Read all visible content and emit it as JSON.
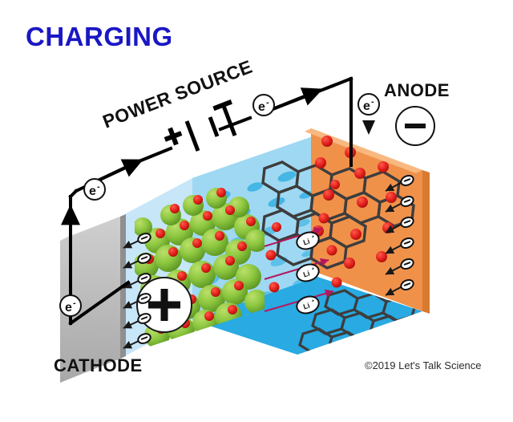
{
  "title": "CHARGING",
  "title_color": "#1a17c4",
  "power_source": {
    "label": "POWER SOURCE",
    "positive_terminal": "+",
    "negative_terminal": "−"
  },
  "electrodes": {
    "anode": {
      "label": "ANODE",
      "polarity": "−",
      "color": "#f0914a"
    },
    "cathode": {
      "label": "CATHODE",
      "polarity": "+",
      "color": "#b3b3b3"
    }
  },
  "particles": {
    "electron_glyph": "e",
    "electron_superscript": "-",
    "electron_plate_glyph": "−",
    "lithium_ion_glyph": "Li",
    "lithium_ion_superscript": "+",
    "lithium_ion_count": 3,
    "ion_color": "#e2201c",
    "cathode_particle_color": "#86c232",
    "lattice_color": "#3d3d3d"
  },
  "regions": {
    "electrolyte_color": "#bfe4f7",
    "separator_color": "#8fd3f0",
    "bottom_face_color": "#29aae2",
    "anode_face_color": "#f0914a"
  },
  "wires": {
    "electron_markers": [
      "e",
      "e",
      "e",
      "e"
    ],
    "arrow_color": "#000000",
    "ion_arrow_color": "#b5175e"
  },
  "credit": "©2019 Let's Talk Science"
}
